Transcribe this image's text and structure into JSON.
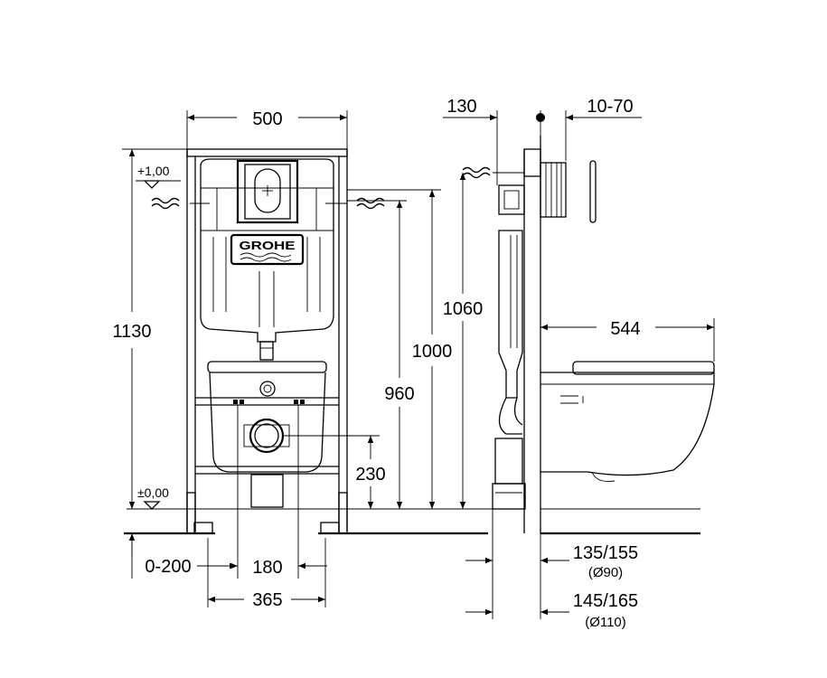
{
  "front_view": {
    "logo": "GROHE",
    "level_top": "+1,00",
    "level_floor": "±0,00",
    "dims": {
      "width_frame": "500",
      "height_frame": "1130",
      "height_inlet": "1000",
      "height_outlet_center": "960",
      "height_waste": "230",
      "floor_offset": "0-200",
      "bolt_spacing": "180",
      "foot_spacing": "365"
    }
  },
  "side_view": {
    "dims": {
      "depth_top": "130",
      "panel_range": "10-70",
      "height_total": "1060",
      "bowl_projection": "544",
      "pipe_dn90": "135/155",
      "pipe_dn90_dia": "(Ø90)",
      "pipe_dn110": "145/165",
      "pipe_dn110_dia": "(Ø110)"
    }
  }
}
